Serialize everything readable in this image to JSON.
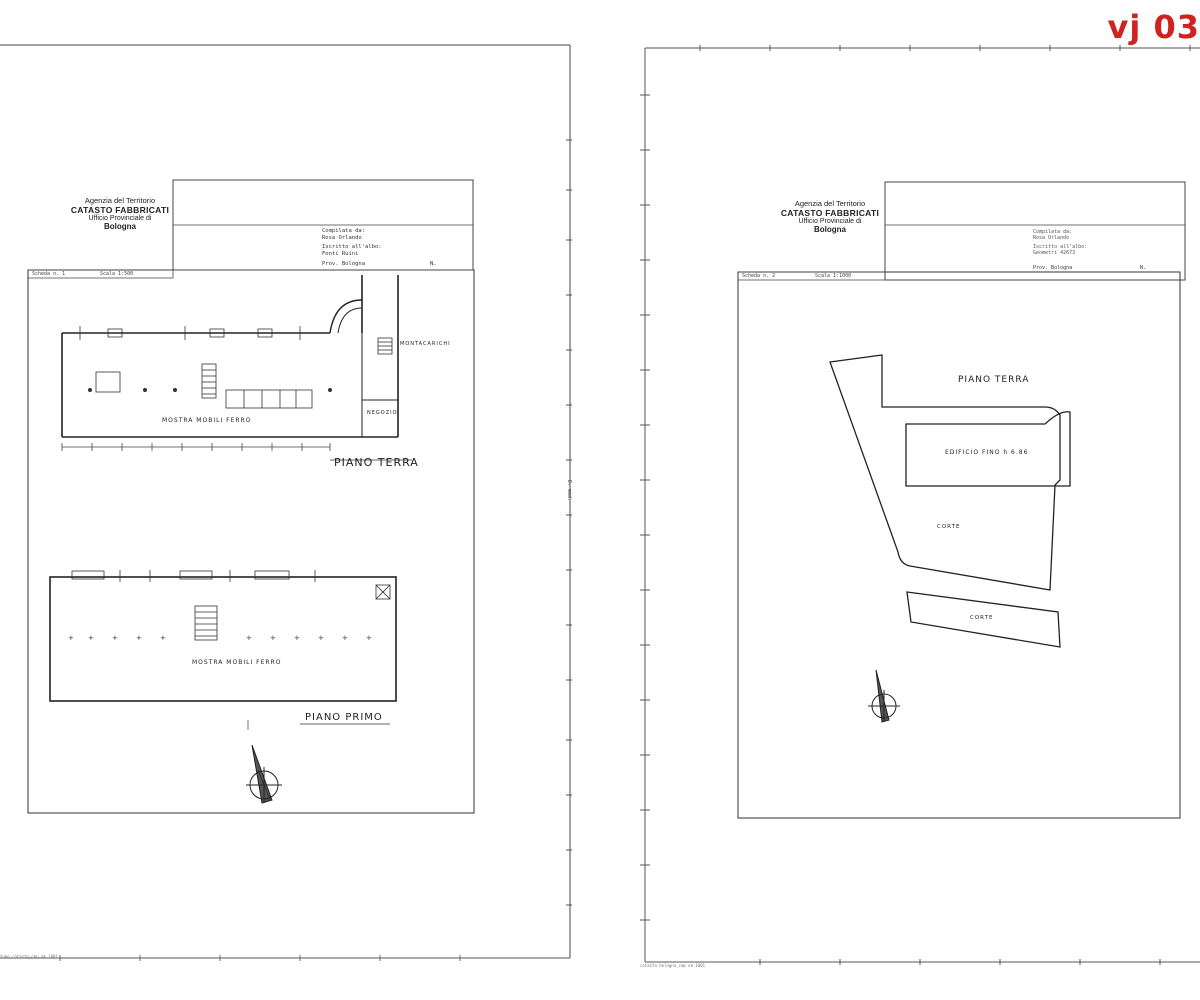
{
  "tag": "vj 03",
  "left_sheet": {
    "agency": "Agenzia del Territorio",
    "registry": "CATASTO FABBRICATI",
    "office": "Ufficio Provinciale di",
    "city": "Bologna",
    "compiled_by_label": "Compilata da:",
    "compiled_by_value": "Rosa Orlando",
    "registered_label": "Iscritto all'albo:",
    "registered_value": "Fonti Ruini",
    "province": "Prov. Bologna",
    "province_no": "N.",
    "sheet_label": "Scheda n. 1",
    "scale_label": "Scala 1:500",
    "plans": [
      {
        "floor_label": "PIANO TERRA",
        "room_label": "MOSTRA MOBILI FERRO",
        "side_labels": [
          "MONTACARICHI",
          "NEGOZIO"
        ]
      },
      {
        "floor_label": "PIANO PRIMO",
        "room_label": "MOSTRA MOBILI FERRO",
        "side_labels": []
      }
    ],
    "margin_note": "tubo catasto_cmp ok 1001"
  },
  "right_sheet": {
    "agency": "Agenzia del Territorio",
    "registry": "CATASTO FABBRICATI",
    "office": "Ufficio Provinciale di",
    "city": "Bologna",
    "compiled_by_label": "Compilata da:",
    "compiled_by_value": "Rosa Orlando",
    "registered_label": "Iscritto all'albo:",
    "registered_value": "Geometri 42673",
    "province": "Prov. Bologna",
    "province_no": "N.",
    "sheet_label": "Scheda n. 2",
    "scale_label": "Scala 1:1000",
    "floor_label": "PIANO TERRA",
    "building_label": "EDIFICIO FINO  h 6.86",
    "courtyard_labels": [
      "CORTE",
      "CORTE"
    ],
    "margin_note": "catasto bologna_cmp ok 1001"
  },
  "side_stamp": "D. mod."
}
